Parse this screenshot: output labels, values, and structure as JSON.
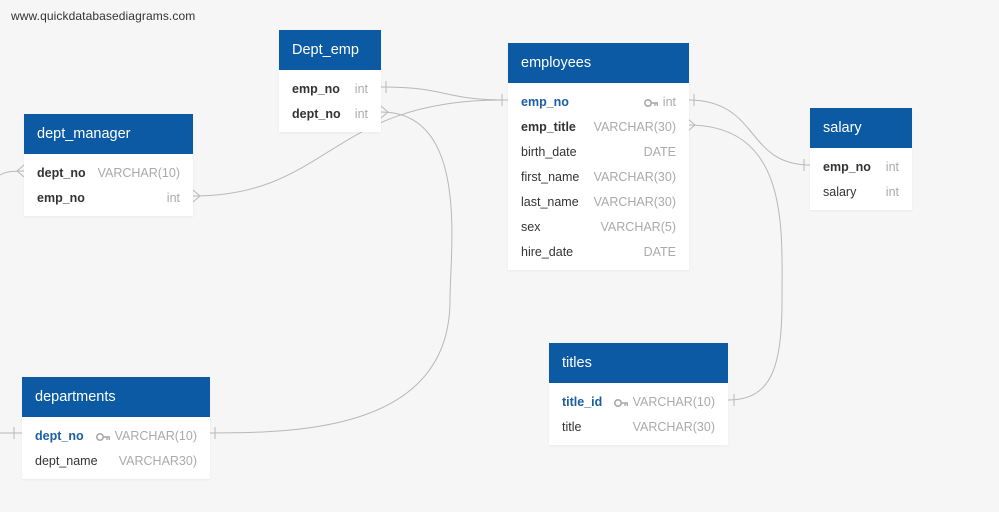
{
  "watermark": "www.quickdatabasediagrams.com",
  "tables": {
    "dept_emp": {
      "title": "Dept_emp",
      "fields": [
        {
          "name": "emp_no",
          "type": "int"
        },
        {
          "name": "dept_no",
          "type": "int"
        }
      ]
    },
    "employees": {
      "title": "employees",
      "fields": [
        {
          "name": "emp_no",
          "type": "int",
          "pk": true
        },
        {
          "name": "emp_title",
          "type": "VARCHAR(30)"
        },
        {
          "name": "birth_date",
          "type": "DATE"
        },
        {
          "name": "first_name",
          "type": "VARCHAR(30)"
        },
        {
          "name": "last_name",
          "type": "VARCHAR(30)"
        },
        {
          "name": "sex",
          "type": "VARCHAR(5)"
        },
        {
          "name": "hire_date",
          "type": "DATE"
        }
      ]
    },
    "dept_manager": {
      "title": "dept_manager",
      "fields": [
        {
          "name": "dept_no",
          "type": "VARCHAR(10)"
        },
        {
          "name": "emp_no",
          "type": "int"
        }
      ]
    },
    "salary": {
      "title": "salary",
      "fields": [
        {
          "name": "emp_no",
          "type": "int"
        },
        {
          "name": "salary",
          "type": "int"
        }
      ]
    },
    "titles": {
      "title": "titles",
      "fields": [
        {
          "name": "title_id",
          "type": "VARCHAR(10)",
          "pk": true
        },
        {
          "name": "title",
          "type": "VARCHAR(30)"
        }
      ]
    },
    "departments": {
      "title": "departments",
      "fields": [
        {
          "name": "dept_no",
          "type": "VARCHAR(10)",
          "pk": true
        },
        {
          "name": "dept_name",
          "type": "VARCHAR30)"
        }
      ]
    }
  },
  "colors": {
    "header": "#0b5aa3",
    "primary_key": "#1a5fa3",
    "line": "#b8b8b8",
    "background": "#f5f6f5"
  }
}
